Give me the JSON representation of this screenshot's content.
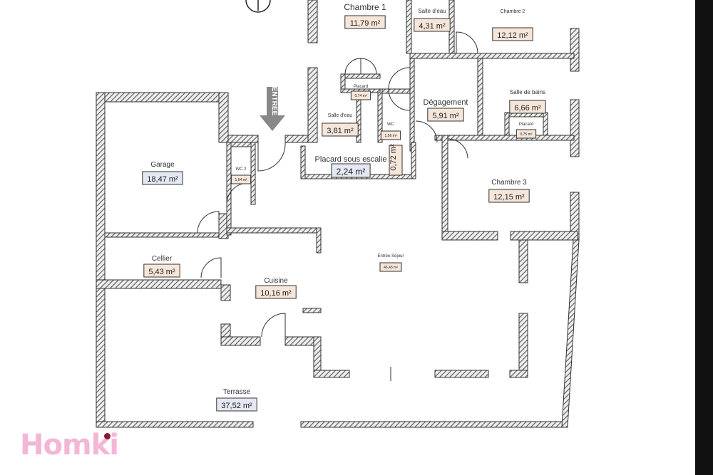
{
  "plan": {
    "entry_label": "ENTRÉE",
    "rooms": [
      {
        "id": "chambre1",
        "name": "Chambre 1",
        "area": "11,79 m²",
        "fill": "#f6e6da"
      },
      {
        "id": "salle-eau-top",
        "name": "Salle d'eau",
        "area": "4,31 m²",
        "fill": "#f6e6da"
      },
      {
        "id": "chambre2",
        "name": "Chambre 2",
        "area": "12,12 m²",
        "fill": "#f6e6da"
      },
      {
        "id": "placard1",
        "name": "Placard",
        "area": "0,74 m²",
        "fill": "#f6e6da"
      },
      {
        "id": "degagement",
        "name": "Dégagement",
        "area": "5,91 m²",
        "fill": "#f6e6da"
      },
      {
        "id": "sdb",
        "name": "Salle de bains",
        "area": "6,66 m²",
        "fill": "#f6e6da"
      },
      {
        "id": "salle-eau",
        "name": "Salle d'eau",
        "area": "3,81 m²",
        "fill": "#f6e6da"
      },
      {
        "id": "wc",
        "name": "WC",
        "area": "1,56 m²",
        "fill": "#f6e6da"
      },
      {
        "id": "placard2",
        "name": "Placard",
        "area": "0,75 m²",
        "fill": "#f6e6da"
      },
      {
        "id": "garage",
        "name": "Garage",
        "area": "18,47 m²",
        "fill": "#e3e8f3"
      },
      {
        "id": "wc2",
        "name": "WC 2",
        "area": "1,64 m²",
        "fill": "#f6e6da"
      },
      {
        "id": "placard-escalier",
        "name": "Placard sous escalie",
        "area": "2,24 m²",
        "fill": "#e3e8f3"
      },
      {
        "id": "placard-small",
        "name": "",
        "area": "0,72 m²",
        "fill": "#f6e6da"
      },
      {
        "id": "chambre3",
        "name": "Chambre 3",
        "area": "12,15 m²",
        "fill": "#f6e6da"
      },
      {
        "id": "cellier",
        "name": "Cellier",
        "area": "5,43 m²",
        "fill": "#f6e6da"
      },
      {
        "id": "sejour",
        "name": "Entrée-Séjour",
        "area": "46,43 m²",
        "fill": "#f6e6da"
      },
      {
        "id": "cuisine",
        "name": "Cuisine",
        "area": "10,16 m²",
        "fill": "#f6e6da"
      },
      {
        "id": "terrasse",
        "name": "Terrasse",
        "area": "37,52 m²",
        "fill": "#e3e8f3"
      }
    ]
  },
  "logo": {
    "text": "Homki",
    "text_color": "#f3b6d6",
    "dot_color": "#8b1a3a"
  }
}
